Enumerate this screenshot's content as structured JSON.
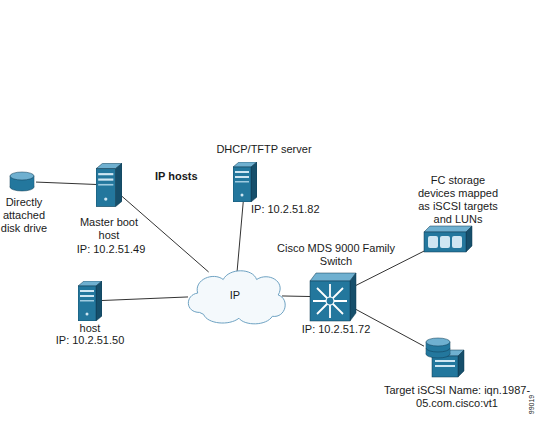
{
  "diagram": {
    "nodes": [
      {
        "text": [
          "Directly attached disk drive"
        ]
      },
      {
        "text": [
          "Master boot host",
          "IP: 10.2.51.49"
        ]
      },
      {
        "text": [
          "DHCP/TFTP server",
          "IP: 10.2.51.82"
        ]
      },
      {
        "text": [
          "host",
          "IP: 10.2.51.50"
        ]
      },
      {
        "text": [
          "IP"
        ]
      },
      {
        "text": [
          "Cisco MDS 9000 Family Switch",
          "IP: 10.2.51.72"
        ]
      },
      {
        "text": [
          "FC storage devices mapped as iSCSI targets and LUNs"
        ]
      },
      {
        "text": [
          "Target iSCSI Name: iqn.1987-05.com.cisco:vt1"
        ]
      }
    ],
    "edges": [
      {
        "from": 0,
        "to": 1,
        "arrow": "none"
      },
      {
        "from": 1,
        "to": 4,
        "arrow": "none"
      },
      {
        "from": 2,
        "to": 4,
        "arrow": "none"
      },
      {
        "from": 3,
        "to": 4,
        "arrow": "none"
      },
      {
        "from": 4,
        "to": 5,
        "arrow": "none"
      },
      {
        "from": 5,
        "to": 6,
        "arrow": "none"
      },
      {
        "from": 5,
        "to": 7,
        "arrow": "none"
      }
    ],
    "labels": [
      "IP hosts",
      "99019"
    ]
  }
}
